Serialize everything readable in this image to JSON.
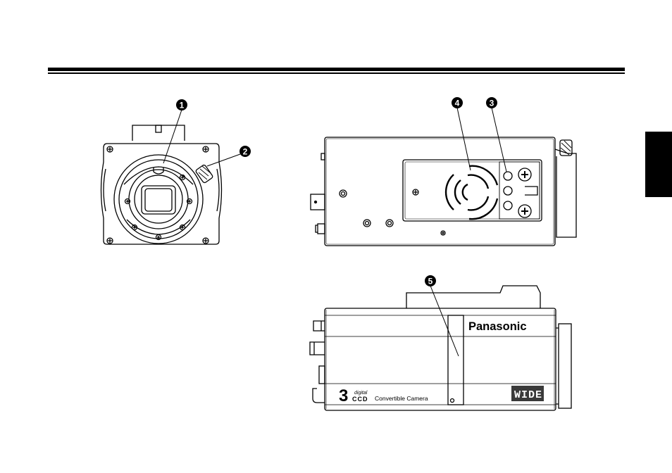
{
  "callouts": [
    "1",
    "2",
    "3",
    "4",
    "5"
  ],
  "brand": {
    "logo": "Panasonic",
    "three": "3",
    "digital": "digital",
    "ccd": "CCD",
    "caption": "Convertible Camera",
    "badge": "WIDE"
  },
  "colors": {
    "ink": "#000000",
    "paper": "#ffffff",
    "badge_fill": "#3a3a3a"
  }
}
